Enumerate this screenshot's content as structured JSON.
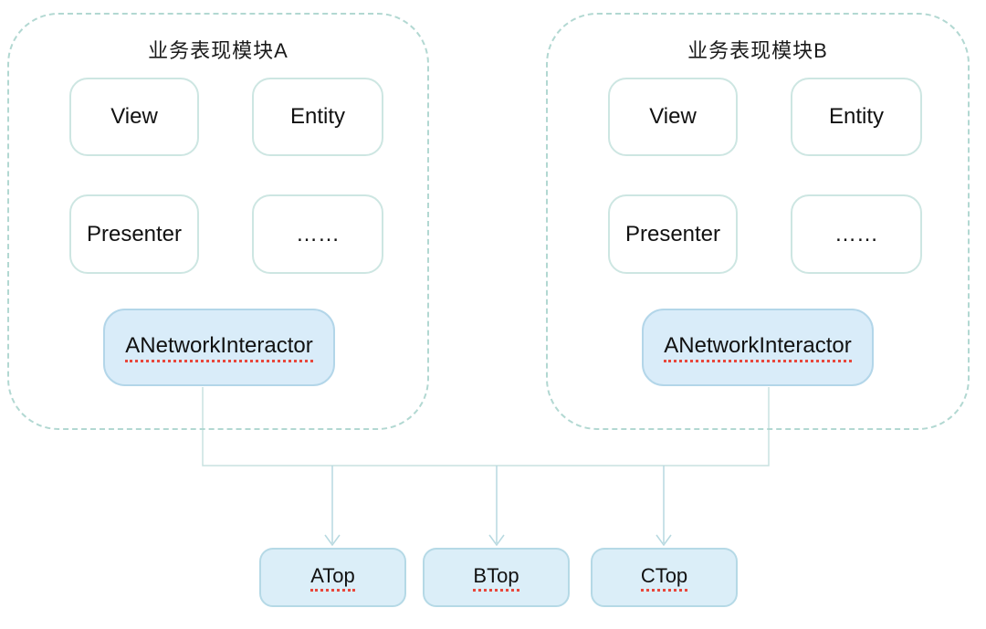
{
  "diagram": {
    "modules": [
      {
        "title": "业务表现模块A",
        "boxes": [
          "View",
          "Entity",
          "Presenter",
          "……"
        ],
        "interactor": "ANetworkInteractor"
      },
      {
        "title": "业务表现模块B",
        "boxes": [
          "View",
          "Entity",
          "Presenter",
          "……"
        ],
        "interactor": "ANetworkInteractor"
      }
    ],
    "bottom_boxes": [
      {
        "label": "ATop"
      },
      {
        "label": "BTop"
      },
      {
        "label": "CTop"
      }
    ],
    "colors": {
      "module_dashed_border": "#b2d8d2",
      "plain_box_border": "#cde6e2",
      "highlight_box_fill": "#d9ecf9",
      "highlight_box_border": "#b3d6e9",
      "connector_line": "#c8e2e0",
      "arrow_line": "#b7d9e0",
      "misspell_underline": "#e8473c",
      "text": "#1a1a1a"
    }
  }
}
